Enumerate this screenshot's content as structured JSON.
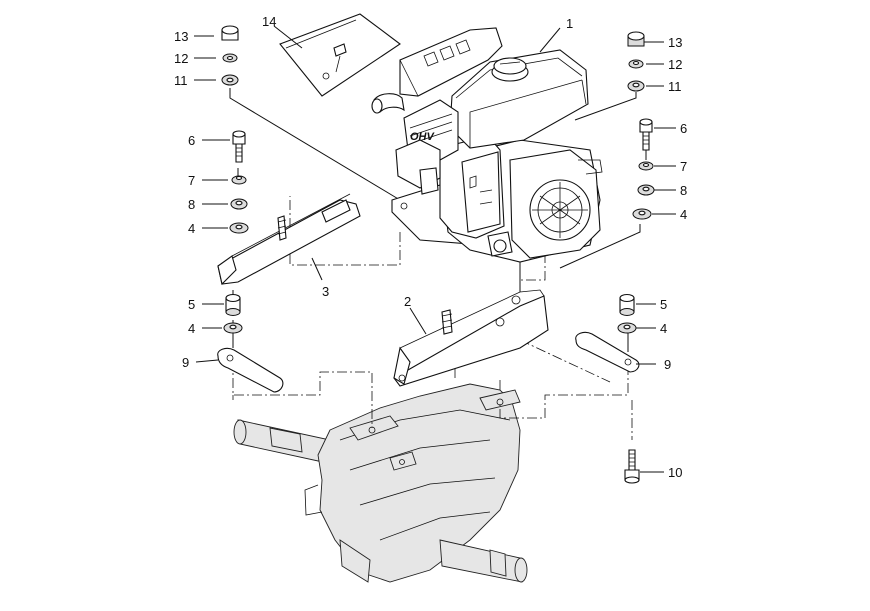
{
  "callouts": [
    {
      "id": "c1",
      "label": "1"
    },
    {
      "id": "c2",
      "label": "2"
    },
    {
      "id": "c3",
      "label": "3"
    },
    {
      "id": "c4a",
      "label": "4"
    },
    {
      "id": "c4b",
      "label": "4"
    },
    {
      "id": "c4c",
      "label": "4"
    },
    {
      "id": "c4d",
      "label": "4"
    },
    {
      "id": "c5a",
      "label": "5"
    },
    {
      "id": "c5b",
      "label": "5"
    },
    {
      "id": "c6a",
      "label": "6"
    },
    {
      "id": "c6b",
      "label": "6"
    },
    {
      "id": "c7a",
      "label": "7"
    },
    {
      "id": "c7b",
      "label": "7"
    },
    {
      "id": "c8a",
      "label": "8"
    },
    {
      "id": "c8b",
      "label": "8"
    },
    {
      "id": "c9a",
      "label": "9"
    },
    {
      "id": "c9b",
      "label": "9"
    },
    {
      "id": "c10",
      "label": "10"
    },
    {
      "id": "c11a",
      "label": "11"
    },
    {
      "id": "c11b",
      "label": "11"
    },
    {
      "id": "c12a",
      "label": "12"
    },
    {
      "id": "c12b",
      "label": "12"
    },
    {
      "id": "c13a",
      "label": "13"
    },
    {
      "id": "c13b",
      "label": "13"
    },
    {
      "id": "c14",
      "label": "14"
    }
  ],
  "engine_mark": "OHV"
}
